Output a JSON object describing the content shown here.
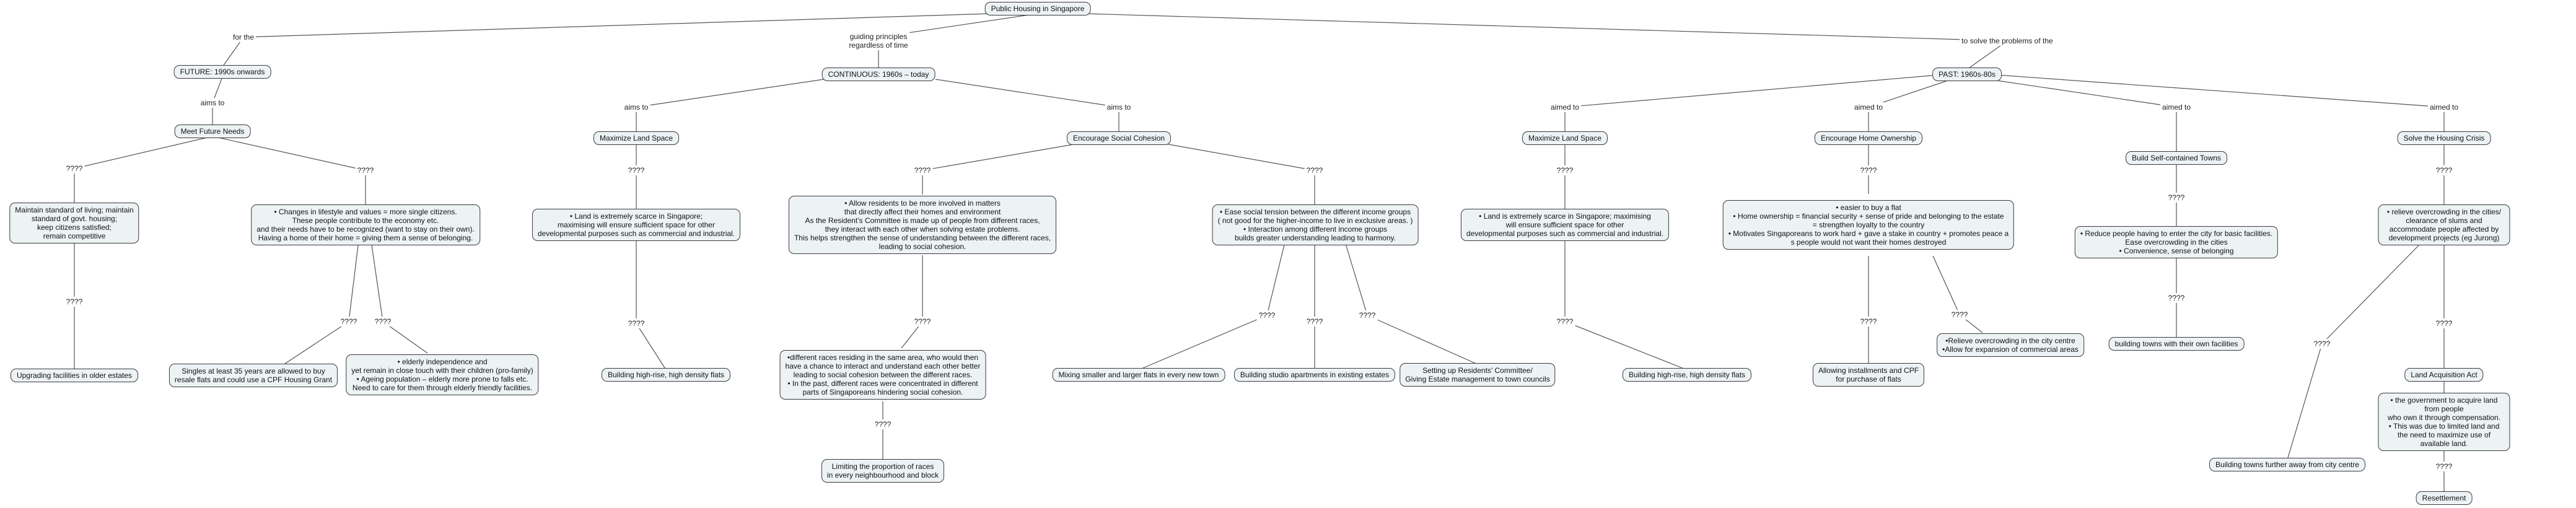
{
  "nodes": {
    "root": "Public Housing in Singapore",
    "future": "FUTURE: 1990s onwards",
    "continuous": "CONTINUOUS: 1960s – today",
    "past": "PAST: 1960s-80s",
    "meet_future": "Meet Future Needs",
    "maintain": "Maintain standard of living; maintain\nstandard of govt. housing;\nkeep citizens satisfied;\nremain competitive",
    "upgrading": "Upgrading facilities in older estates",
    "changes": "•     Changes in lifestyle and values = more single citizens.\nThese people contribute to the economy etc.\nand their needs have to be recognized (want to stay on their own).\nHaving a home of their home = giving them a sense of belonging.",
    "singles": "Singles at least 35 years are allowed to buy\nresale flats and could use a CPF Housing Grant",
    "elderly": "•     elderly independence and\nyet remain in close touch with their children (pro-family)\n•     Ageing population – elderly more prone to falls etc.\nNeed to care for them through elderly friendly facilities.",
    "max_land_c": "Maximize Land Space",
    "land_scarce_c": "•     Land is extremely scarce in Singapore;\nmaximising will ensure sufficient space  for other\ndevelopmental purposes such as commercial and industrial.",
    "highrise_c": "Building high-rise, high density flats",
    "social": "Encourage Social Cohesion",
    "allow": "•     Allow residents to be more involved in matters\nthat directly affect their homes and environment\nAs the Resident’s Committee is made up of people from different races,\nthey interact with each other when solving estate problems.\nThis helps strengthen the sense of understanding between the different races,\nleading to social cohesion.",
    "diff_races": "•different races residing in the same area, who would then\nhave a chance to interact and understand each other better\nleading to social cohesion between the different races.\n• In the past, different races were concentrated in different\nparts of Singaporeans hindering social cohesion.",
    "limiting": "Limiting the proportion of races\nin every neighbourhood and block",
    "ease": "•     Ease social tension between the different income groups\n( not good for the higher-income to live in exclusive areas. )\n•     Interaction among different income groups\nbuilds greater understanding leading to harmony.",
    "mixing": "Mixing smaller and larger flats in every new town",
    "studio": "Building studio apartments in existing estates",
    "residents": "Setting up Residents’ Committee/\nGiving Estate management to town councils",
    "max_land_p": "Maximize Land Space",
    "land_scarce_p": "•     Land is extremely scarce in Singapore; maximising\nwill ensure sufficient space  for other\ndevelopmental purposes such as commercial and industrial.",
    "highrise_p": "Building high-rise, high density flats",
    "home_own": "Encourage Home Ownership",
    "easier": "•         easier to buy a flat\n•     Home ownership = financial security + sense of pride and belonging to the estate\n= strengthen loyalty to the country\n•     Motivates Singaporeans to work hard + gave a stake in country + promotes peace a\ns people would not want their homes destroyed",
    "installments": "Allowing installments and CPF\nfor purchase of flats",
    "relieve_city": "•Relieve overcrowding in the city centre\n•Allow for expansion of commercial areas",
    "self_towns": "Build Self-contained Towns",
    "reduce": "•     Reduce people having to enter the city for basic facilities.\nEase overcrowding in the cities\n•     Convenience, sense of belonging",
    "towns_facilities": "building towns with their own facilities",
    "crisis": "Solve the Housing Crisis",
    "relieve_slums": "• relieve overcrowding in the cities/ clearance of slums and\naccommodate people affected by development projects (eg Jurong)",
    "towns_away": "Building towns further away from city centre",
    "land_act": "Land Acquisition Act",
    "govt_acquire": "•     the government to acquire land from people\nwho own it through compensation.\n•     This was due to limited land and\nthe need to maximize use of available land.",
    "resettlement": "Resettlement"
  },
  "labels": {
    "for_the": "for the",
    "guiding": "guiding principles\nregardless of time",
    "to_solve": "to solve the problems of the",
    "aims_to_f": "aims to",
    "aims_to_c1": "aims to",
    "aims_to_c2": "aims to",
    "aimed_to_1": "aimed to",
    "aimed_to_2": "aimed to",
    "aimed_to_3": "aimed to",
    "aimed_to_4": "aimed to",
    "q": "????"
  }
}
